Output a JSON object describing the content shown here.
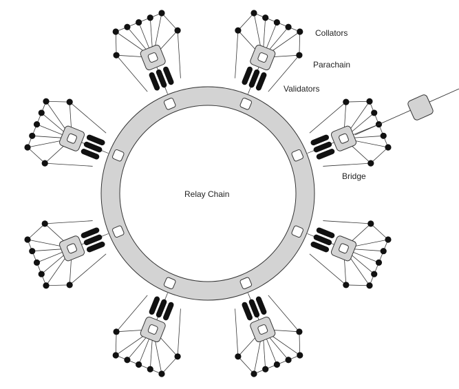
{
  "diagram": {
    "labels": {
      "collators": "Collators",
      "parachain": "Parachain",
      "validators": "Validators",
      "bridge": "Bridge",
      "relay_chain": "Relay Chain"
    },
    "parachain_count": 8,
    "validators_per_parachain": 3,
    "collators_per_parachain": 7,
    "bridge_count": 1
  },
  "colors": {
    "ring": "#d3d3d3",
    "stroke": "#333333",
    "node": "#111111",
    "parachain_fill": "#d3d3d3",
    "text": "#222222"
  },
  "icons": {
    "collator": "filled-circle-node",
    "validator": "pill-shape",
    "parachain": "rounded-square",
    "bridge": "rounded-square-rotated"
  }
}
